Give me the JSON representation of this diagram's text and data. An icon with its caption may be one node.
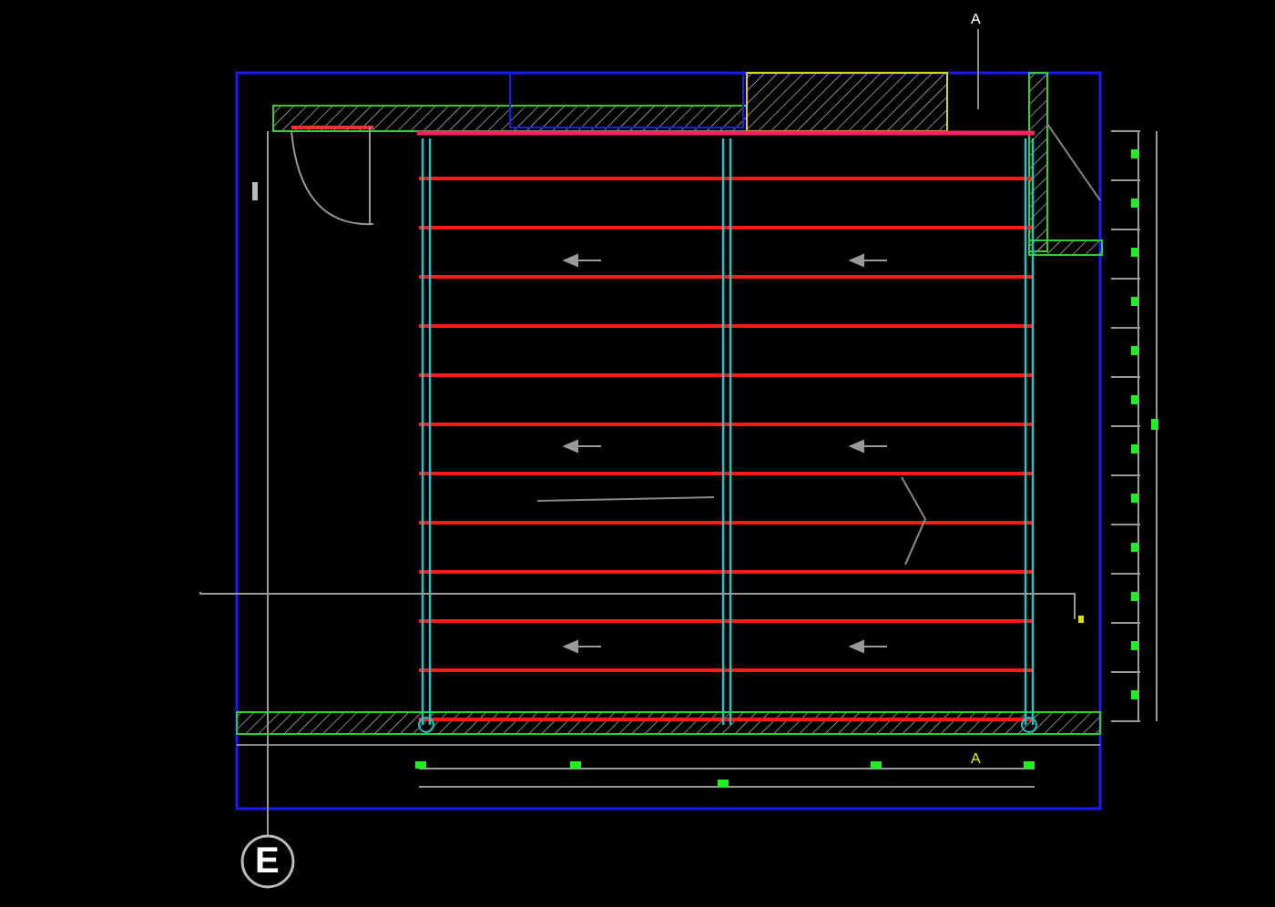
{
  "diagram": {
    "labels": [
      "A",
      "A",
      "E"
    ]
  }
}
